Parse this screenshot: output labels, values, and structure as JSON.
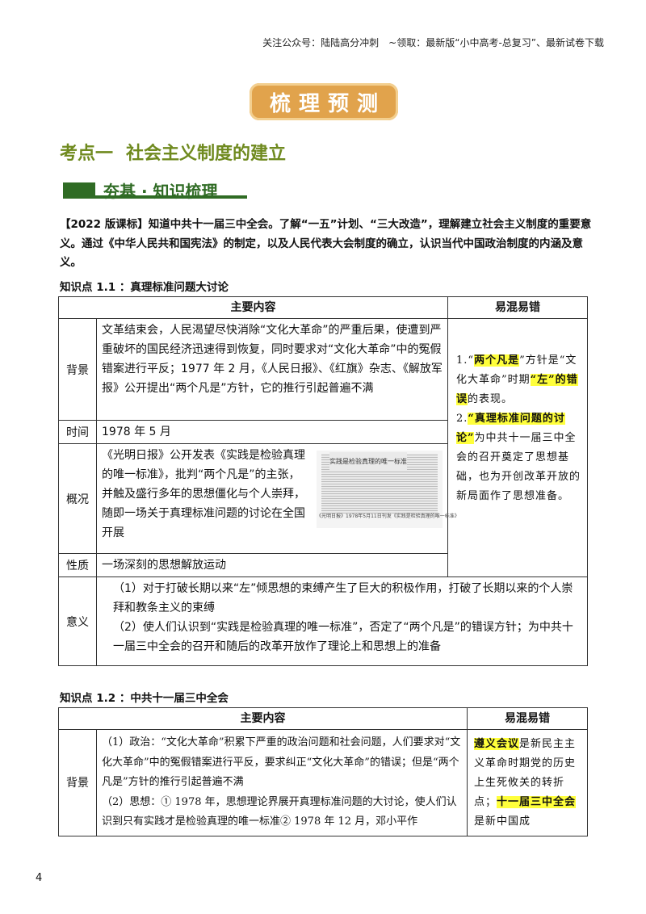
{
  "header": {
    "text": "关注公众号：陆陆高分冲刺　~领取：最新版“小中高考-总复习”、最新试卷下载"
  },
  "badge": {
    "text": "梳理预测"
  },
  "section": {
    "part1": "考点一",
    "part2": "社会主义制度的建立"
  },
  "subsection": {
    "title": "夯基 · 知识梳理"
  },
  "standard": {
    "text": "【2022 版课标】知道中共十一届三中全会。了解“一五”计划、“三大改造”，理解建立社会主义制度的重要意义。通过《中华人民共和国宪法》的制定，以及人民代表大会制度的确立，认识当代中国政治制度的内涵及意义。"
  },
  "kp1": {
    "title": "知识点 1.1 ：真理标准问题大讨论",
    "head_main": "主要内容",
    "head_tip": "易混易错",
    "rows": [
      {
        "label": "背景",
        "text": "文革结束会，人民渴望尽快消除“文化大革命”的严重后果，使遭到严重破坏的国民经济迅速得到恢复，同时要求对“文化大革命”中的冤假错案进行平反；1977 年 2 月，《人民日报》、《红旗》杂志、《解放军报》公开提出“两个凡是”方针，它的推行引起普遍不满"
      },
      {
        "label": "时间",
        "text": "1978 年 5 月"
      },
      {
        "label": "概况",
        "text": "《光明日报》公开发表《实践是检验真理的唯一标准》，批判“两个凡是”的主张，并触及盛行多年的思想僵化与个人崇拜，随即一场关于真理标准问题的讨论在全国开展"
      },
      {
        "label": "性质",
        "text": "一场深刻的思想解放运动"
      },
      {
        "label": "意义",
        "text1": "（1）对于打破长期以来“左”倾思想的束缚产生了巨大的积极作用，打破了长期以来的个人崇拜和教条主义的束缚",
        "text2": "（2）使人们认识到“实践是检验真理的唯一标准”，否定了“两个凡是”的错误方针；为中共十一届三中全会的召开和随后的改革开放作了理论上和思想上的准备"
      }
    ],
    "image": {
      "headline": "实践是检验真理的唯一标准",
      "caption": "《光明日报》1978年5月11日刊发《实践是检验真理的唯一标准》"
    },
    "tip": {
      "p1_a": "1.“",
      "p1_hl": "两个凡是",
      "p1_b": "”方针是“文化大革命”时期",
      "p1_hl2": "“左”的错误",
      "p1_c": "的表现。",
      "p2_a": "2.",
      "p2_hl": "“真理标准问题的讨论”",
      "p2_b": "为中共十一届三中全会的召开奠定了思想基础，也为开创改革开放的新局面作了思想准备。"
    }
  },
  "kp2": {
    "title": "知识点 1.2 ：中共十一届三中全会",
    "head_main": "主要内容",
    "head_tip": "易混易错",
    "label": "背景",
    "p1": "（1）政治：“文化大革命”积累下严重的政治问题和社会问题，人们要求对“文化大革命”中的冤假错案进行平反，要求纠正“文化大革命”的错误；但是“两个凡是”方针的推行引起普遍不满",
    "p2": "（2）思想：① 1978 年，思想理论界展开真理标准问题的大讨论，使人们认识到只有实践才是检验真理的唯一标准② 1978 年 12 月，邓小平作",
    "tip": {
      "hl1": "遵义会议",
      "a": "是新民主主义革命时期党的历史上生死攸关的转折点；",
      "hl2": "十一届三中全会",
      "b": "是新中国成"
    }
  },
  "page": {
    "number": "4"
  }
}
